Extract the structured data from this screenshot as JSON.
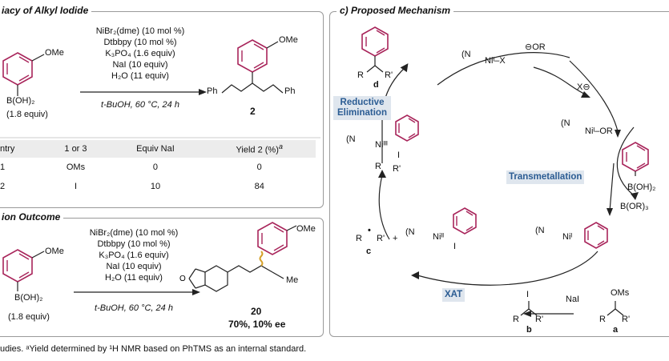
{
  "panel_a": {
    "title": "iacy of Alkyl Iodide",
    "reactant_sub": "OMe",
    "reactant_b": "B(OH)₂",
    "reactant_equiv": "(1.8 equiv)",
    "conditions": [
      "NiBr₂(dme) (10 mol %)",
      "Dtbbpy (10 mol %)",
      "K₃PO₄ (1.6 equiv)",
      "NaI (10 equiv)",
      "H₂O (11 equiv)"
    ],
    "conditions_below": "t-BuOH, 60 °C, 24 h",
    "product_sub": "OMe",
    "ph_left": "Ph",
    "ph_right": "Ph",
    "product_number": "2",
    "table": {
      "headers": [
        "ntry",
        "1 or 3",
        "Equiv NaI",
        "Yield 2 (%)"
      ],
      "header_sup": "a",
      "rows": [
        [
          "1",
          "OMs",
          "0",
          "0"
        ],
        [
          "2",
          "I",
          "10",
          "84"
        ]
      ]
    }
  },
  "panel_b": {
    "title": "ion Outcome",
    "reactant_sub": "OMe",
    "reactant_b": "B(OH)₂",
    "reactant_equiv": "(1.8 equiv)",
    "conditions": [
      "NiBr₂(dme) (10 mol %)",
      "Dtbbpy (10 mol %)",
      "K₃PO₄ (1.6 equiv)",
      "NaI (10 equiv)",
      "H₂O (11 equiv)"
    ],
    "conditions_below": "t-BuOH, 60 °C, 24 h",
    "product_sub": "OMe",
    "product_me": "Me",
    "product_number": "20",
    "product_yield": "70%, 10% ee"
  },
  "panel_c": {
    "title": "c) Proposed Mechanism",
    "reductive_elimination": [
      "Reductive",
      "Elimination"
    ],
    "transmetallation": "Transmetallation",
    "xat": "XAT",
    "ni_I_X": "Niᴵ–X",
    "or_anion": "OR",
    "x_anion": "X",
    "ni_I_OR": "Niᴵ–OR",
    "boronic": "B(OH)₂",
    "borate": "B(OR)₃",
    "ni_I_aryl": "Niᴵ",
    "ni_III": "Niᴵᴵᴵ",
    "ni_II": "Niᴵᴵ",
    "radical_label": "c",
    "product_label": "d",
    "alkyl_iodide_label": "b",
    "mesylate_label": "a",
    "nai": "NaI",
    "oms": "OMs",
    "iodo": "I",
    "r": "R",
    "rp": "R'",
    "plus": "+"
  },
  "footnote": "udies. ᵃYield determined by ¹H NMR based on PhTMS as an internal standard.",
  "colors": {
    "accent_ring": "#a8245a",
    "box_text": "#2b5c93",
    "box_bg": "#dfe6ee",
    "line": "#222222"
  }
}
